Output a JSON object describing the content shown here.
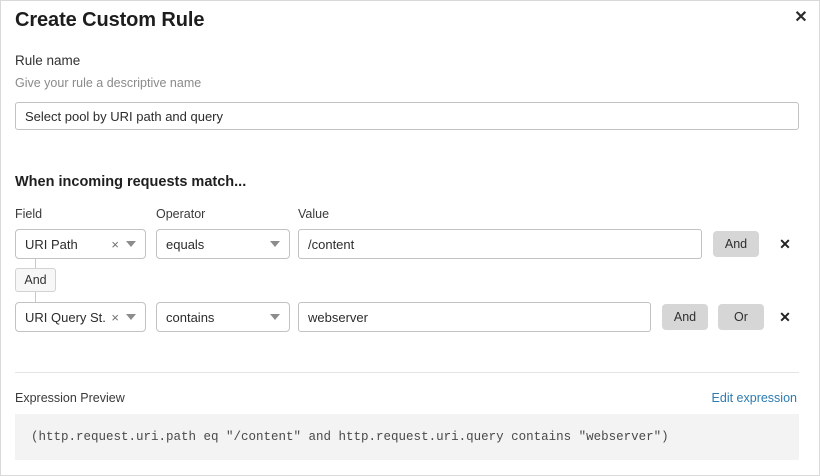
{
  "dialog": {
    "title": "Create Custom Rule",
    "close_icon": "close-icon"
  },
  "rule_name": {
    "label": "Rule name",
    "help": "Give your rule a descriptive name",
    "value": "Select pool by URI path and query",
    "placeholder": ""
  },
  "conditions": {
    "section_title": "When incoming requests match...",
    "columns": {
      "field": "Field",
      "operator": "Operator",
      "value": "Value"
    },
    "connector": {
      "label": "And"
    },
    "rows": [
      {
        "field": "URI Path",
        "operator": "equals",
        "value": "/content",
        "clear_icon": "×",
        "logic_buttons": [
          "And"
        ],
        "remove_icon": "✕"
      },
      {
        "field": "URI Query St...",
        "operator": "contains",
        "value": "webserver",
        "clear_icon": "×",
        "logic_buttons": [
          "And",
          "Or"
        ],
        "remove_icon": "✕"
      }
    ]
  },
  "expression": {
    "label": "Expression Preview",
    "edit_link": "Edit expression",
    "code": "(http.request.uri.path eq \"/content\" and http.request.uri.query contains \"webserver\")"
  },
  "colors": {
    "link": "#2c7cb0",
    "button_bg": "#d6d6d6",
    "code_bg": "#f3f3f3",
    "border": "#c2c2c2"
  }
}
